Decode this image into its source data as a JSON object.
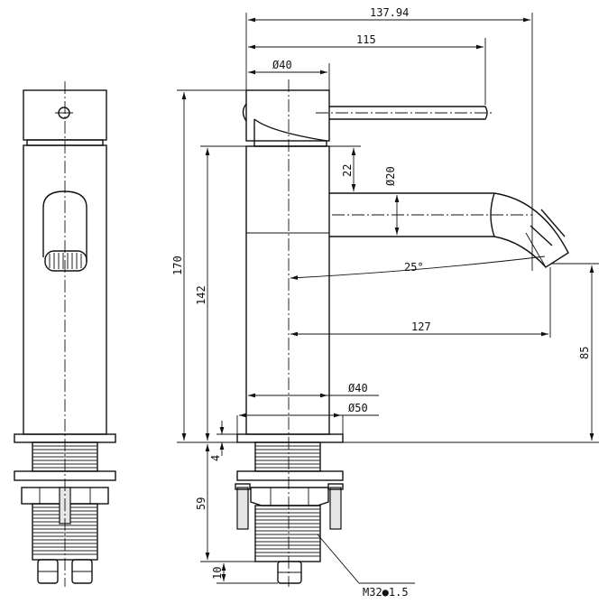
{
  "dimensions": {
    "overall_width": "137.94",
    "handle_length": "115",
    "top_diameter": "Ø40",
    "body_height": "170",
    "spout_height": "142",
    "spout_offset": "22",
    "spout_diameter": "Ø20",
    "spout_angle": "25°",
    "spout_reach": "127",
    "outlet_height": "85",
    "body_diameter": "Ø40",
    "base_diameter": "Ø50",
    "base_thickness": "4",
    "shank_length": "59",
    "tail_length": "10",
    "thread_spec": "M32●1.5"
  }
}
